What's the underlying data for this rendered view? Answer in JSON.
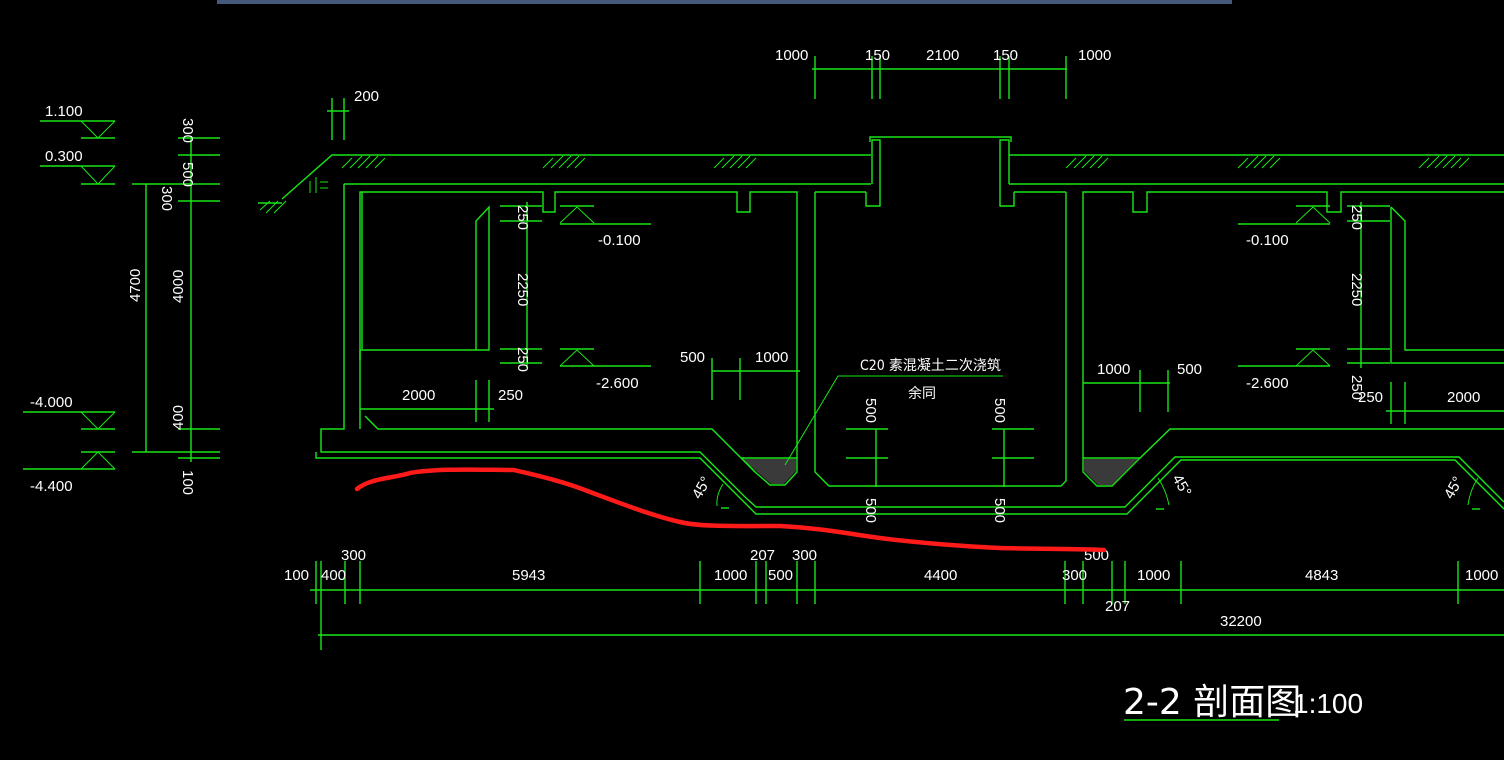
{
  "drawing": {
    "title": "2-2 剖面图",
    "scale": "1:100",
    "colors": {
      "background": "#000000",
      "lines": "#19e619",
      "text": "#ffffff",
      "annotation": "#ff1a1a",
      "topbar": "#44597c"
    }
  },
  "elevations": {
    "left_top": "1.100",
    "left_mid": "0.300",
    "left_low1": "-4.000",
    "left_low2": "-4.400",
    "room_left_top": "-0.100",
    "room_left_bottom": "-2.600",
    "room_right_top": "-0.100",
    "room_right_bottom": "-2.600"
  },
  "dims_left_vertical": {
    "d300_top": "300",
    "d500": "500",
    "d300": "300",
    "d4700": "4700",
    "d4000": "4000",
    "d400": "400",
    "d100": "100"
  },
  "dims_top": [
    "1000",
    "150",
    "2100",
    "150",
    "1000"
  ],
  "dim_200": "200",
  "room_left": {
    "d250_top": "250",
    "d2250": "2250",
    "d250_bot": "250",
    "d2000": "2000",
    "d250_h": "250",
    "d500": "500",
    "d1000": "1000"
  },
  "room_right": {
    "d250_top": "250",
    "d2250": "2250",
    "d250_bot": "250",
    "d2000": "2000",
    "d250_h": "250",
    "d1000": "1000",
    "d500": "500"
  },
  "center_note": {
    "line1": "C20 素混凝土二次浇筑",
    "line2": "余同",
    "d500_l": "500",
    "d500_r": "500",
    "d500_bl": "500",
    "d500_br": "500"
  },
  "angles": [
    "45°",
    "45°",
    "45°"
  ],
  "dims_bottom_row": {
    "d100": "100",
    "d400": "400",
    "d300a": "300",
    "d5943": "5943",
    "d1000a": "1000",
    "d207a": "207",
    "d500a": "500",
    "d300b": "300",
    "d4400": "4400",
    "d300c": "300",
    "d500b": "500",
    "d207b": "207",
    "d1000b": "1000",
    "d4843": "4843",
    "d1000c": "1000"
  },
  "dim_total": "32200"
}
